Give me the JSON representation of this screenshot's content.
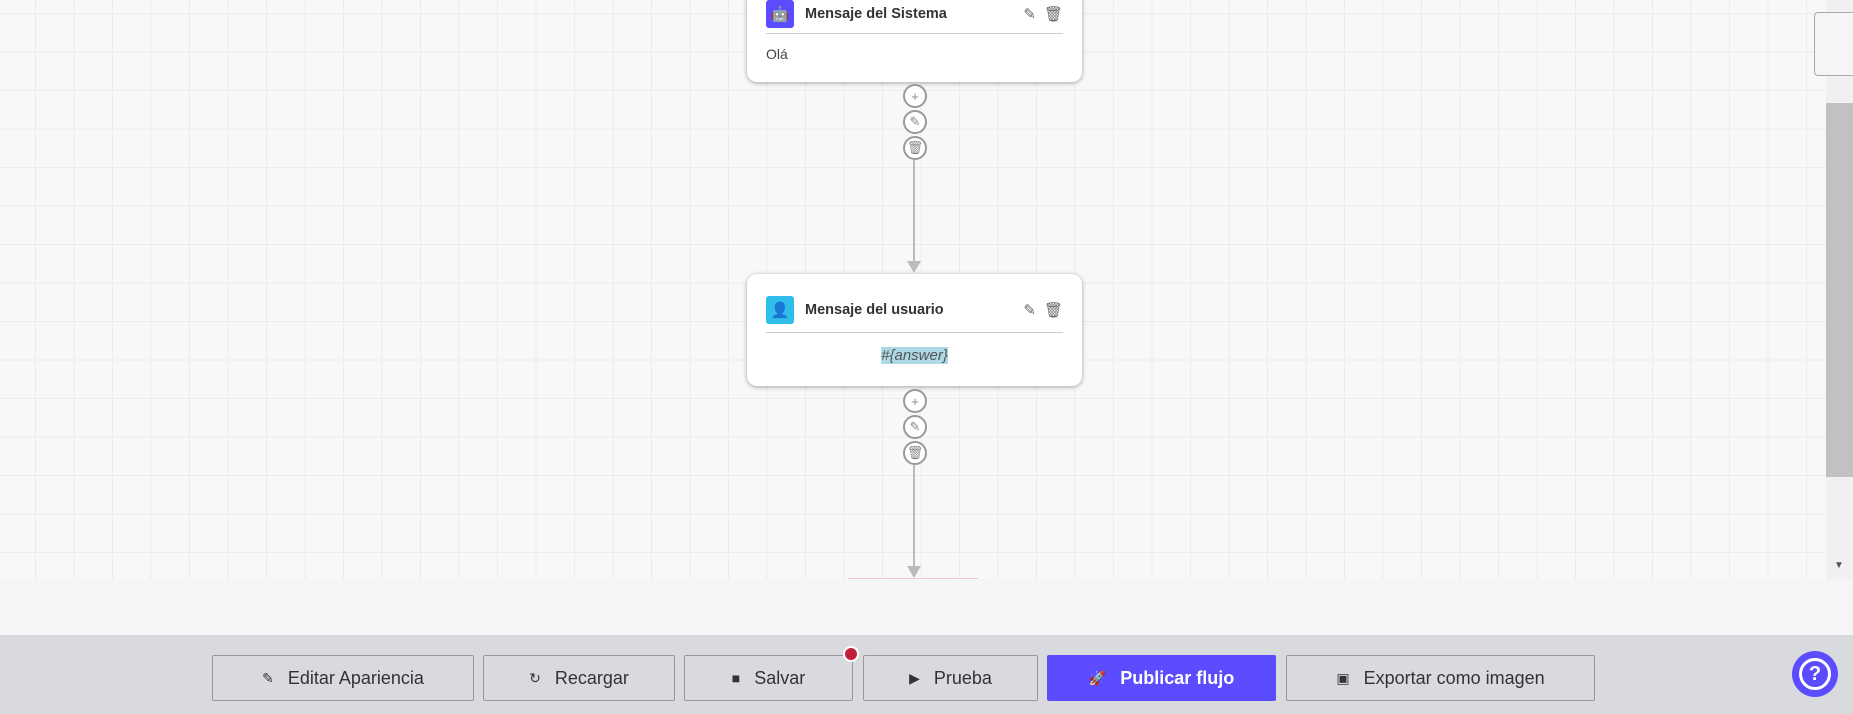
{
  "nodes": [
    {
      "title": "Mensaje del Sistema",
      "icon": "robot-icon",
      "icon_color": "#5b4dff",
      "text": "Olá"
    },
    {
      "title": "Mensaje del usuario",
      "icon": "user-icon",
      "icon_color": "#2fbdea",
      "text": "#{answer}"
    }
  ],
  "toolbar": {
    "edit": "Editar Apariencia",
    "reload": "Recargar",
    "save": "Salvar",
    "test": "Prueba",
    "publish": "Publicar flujo",
    "export": "Exportar como imagen"
  },
  "colors": {
    "accent": "#5b4dff",
    "unsaved_dot": "#c0203a",
    "highlight": "#add8e6"
  }
}
